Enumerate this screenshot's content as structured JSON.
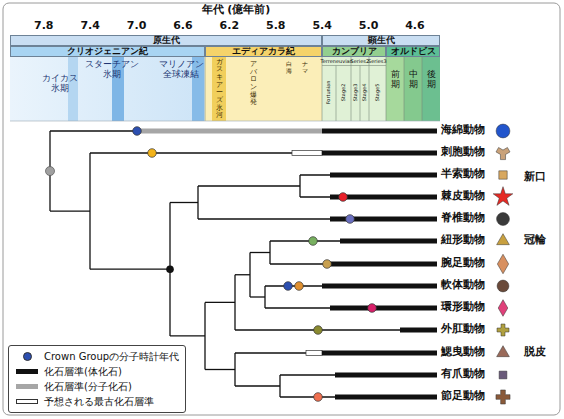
{
  "diagram": {
    "title": "年代 (億年前)",
    "nodes": [
      {
        "text": [
          "原生代"
        ]
      },
      {
        "text": [
          "顕生代"
        ]
      },
      {
        "text": [
          "クリオジェニアン紀"
        ]
      },
      {
        "text": [
          "エディアカラ紀"
        ]
      },
      {
        "text": [
          "カンブリア"
        ]
      },
      {
        "text": [
          "オルドビス"
        ]
      }
    ],
    "labels": [
      "7.8",
      "7.4",
      "7.0",
      "6.6",
      "6.2",
      "5.8",
      "5.4",
      "5.0",
      "4.6",
      "カイカス 氷期",
      "スターチアン 氷期",
      "マリノアン 全球凍結",
      "ガスキアーズ氷河",
      "アバロン爆発",
      "白海",
      "ナマ",
      "Terreneuvian",
      "Series2",
      "Series3",
      "Fortunian",
      "Stage2",
      "Stage3",
      "Stage4",
      "Stage5",
      "前期",
      "中期",
      "後期",
      "海綿動物",
      "刺胞動物",
      "半索動物",
      "棘皮動物",
      "脊椎動物",
      "紐形動物",
      "腕足動物",
      "軟体動物",
      "環形動物",
      "外肛動物",
      "鰓曳動物",
      "有爪動物",
      "節足動物",
      "新口",
      "冠輪",
      "脱皮"
    ],
    "legend": [
      {
        "text": "Crown Groupの分子時計年代",
        "color": "#2c4fb0"
      },
      {
        "text": "化石層準(体化石)",
        "color": "#111111"
      },
      {
        "text": "化石層準(分子化石)",
        "color": "#a6a6a6"
      },
      {
        "text": "予想される最古化石層準",
        "color": "#ffffff"
      }
    ]
  }
}
